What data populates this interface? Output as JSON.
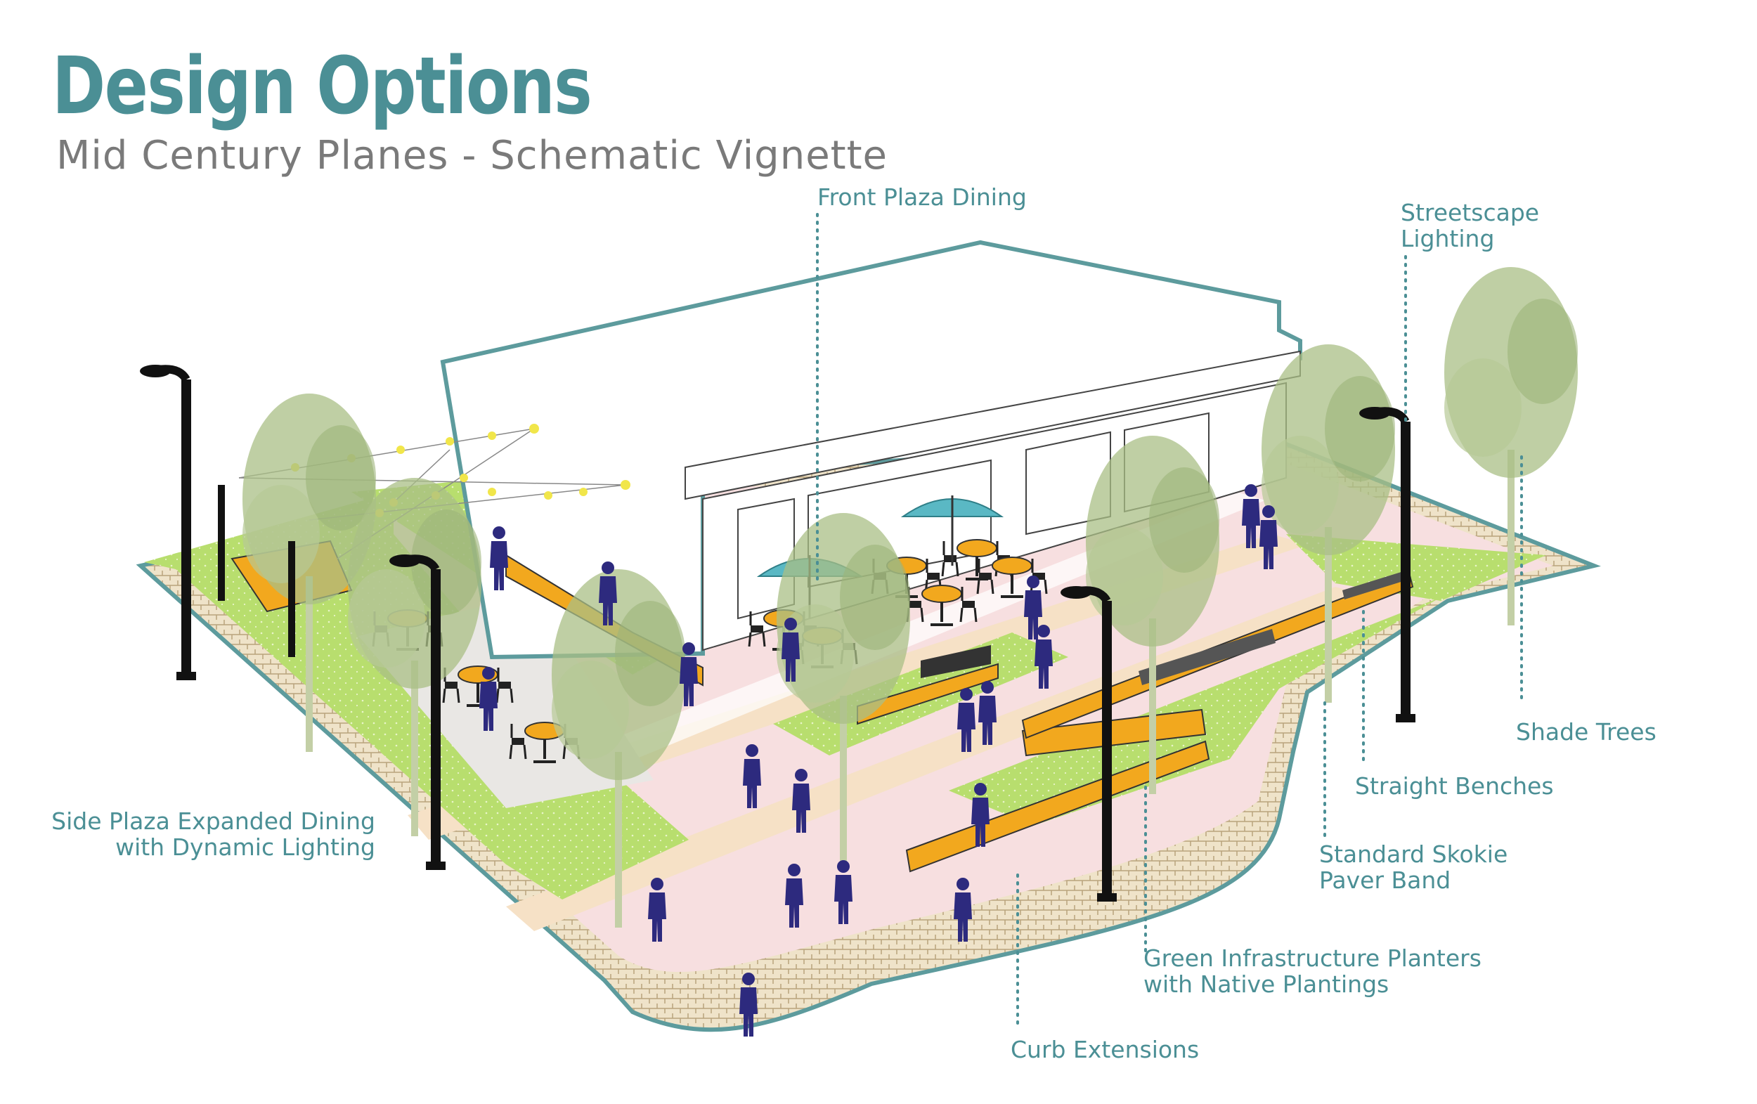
{
  "title": "Design Options",
  "subtitle": "Mid Century Planes - Schematic Vignette",
  "colors": {
    "accent": "#4b8f95",
    "subtitle": "#7a7a7a",
    "sidewalk_pink": "#f7dfe0",
    "grass": "#b5dd6a",
    "bench_orange": "#f2a81e",
    "tree": "#a9bf85",
    "figure": "#2d2a7e",
    "umbrella": "#5ab8c4",
    "light_bulb": "#f1e64a",
    "pole": "#111111"
  },
  "callouts": {
    "front_plaza_dining": [
      "Front Plaza Dining"
    ],
    "streetscape_lighting": [
      "Streetscape",
      "Lighting"
    ],
    "shade_trees": [
      "Shade Trees"
    ],
    "straight_benches": [
      "Straight Benches"
    ],
    "standard_skokie_paver_band": [
      "Standard Skokie",
      "Paver Band"
    ],
    "green_infrastructure_planters": [
      "Green Infrastructure Planters",
      "with Native Plantings"
    ],
    "curb_extensions": [
      "Curb Extensions"
    ],
    "side_plaza_expanded_dining": [
      "Side Plaza Expanded Dining",
      "with Dynamic Lighting"
    ]
  },
  "icons": [
    "light-pole-icon",
    "tree-icon",
    "person-icon",
    "umbrella-icon",
    "bench-icon",
    "cafe-table-icon",
    "string-light-icon"
  ]
}
